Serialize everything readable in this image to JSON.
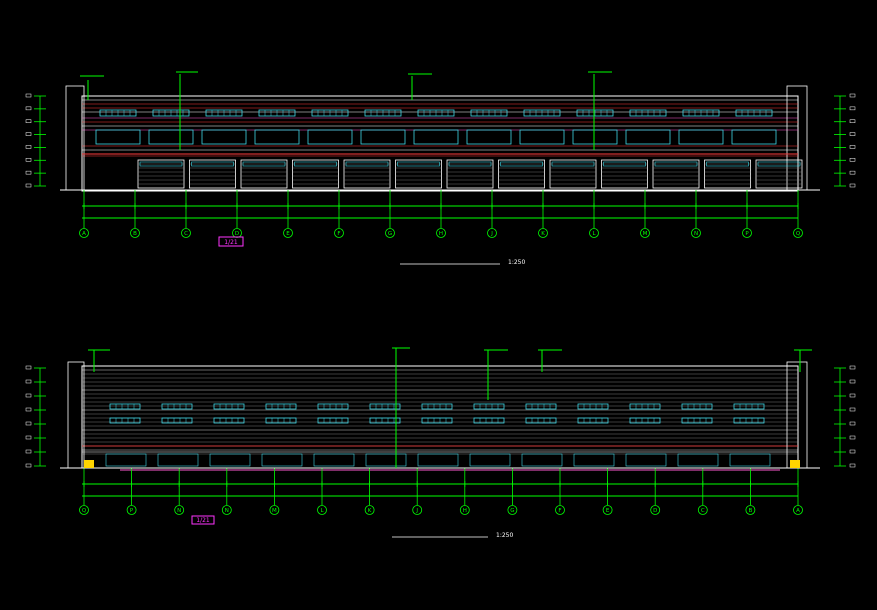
{
  "colors": {
    "background": "#000000",
    "outline": "#ffffff",
    "grid_axis": "#00ff00",
    "floor_lines": "#ff3b3b",
    "window": "#3fd7e6",
    "roof_band": "#ff5ad2",
    "annotation": "#ffff00",
    "accent_box": "#ff33ff",
    "door_fill": "#ffd400"
  },
  "elevation_top": {
    "axis_labels": [
      "A",
      "B",
      "C",
      "D",
      "E",
      "F",
      "G",
      "H",
      "J",
      "K",
      "L",
      "M",
      "N",
      "P",
      "Q"
    ],
    "scale_text": "1:250",
    "note_box": "1/21"
  },
  "elevation_bottom": {
    "axis_labels": [
      "Q",
      "P",
      "N",
      "N",
      "M",
      "L",
      "K",
      "J",
      "H",
      "G",
      "F",
      "E",
      "D",
      "C",
      "B",
      "A"
    ],
    "scale_text": "1:250",
    "note_box": "1/21"
  }
}
